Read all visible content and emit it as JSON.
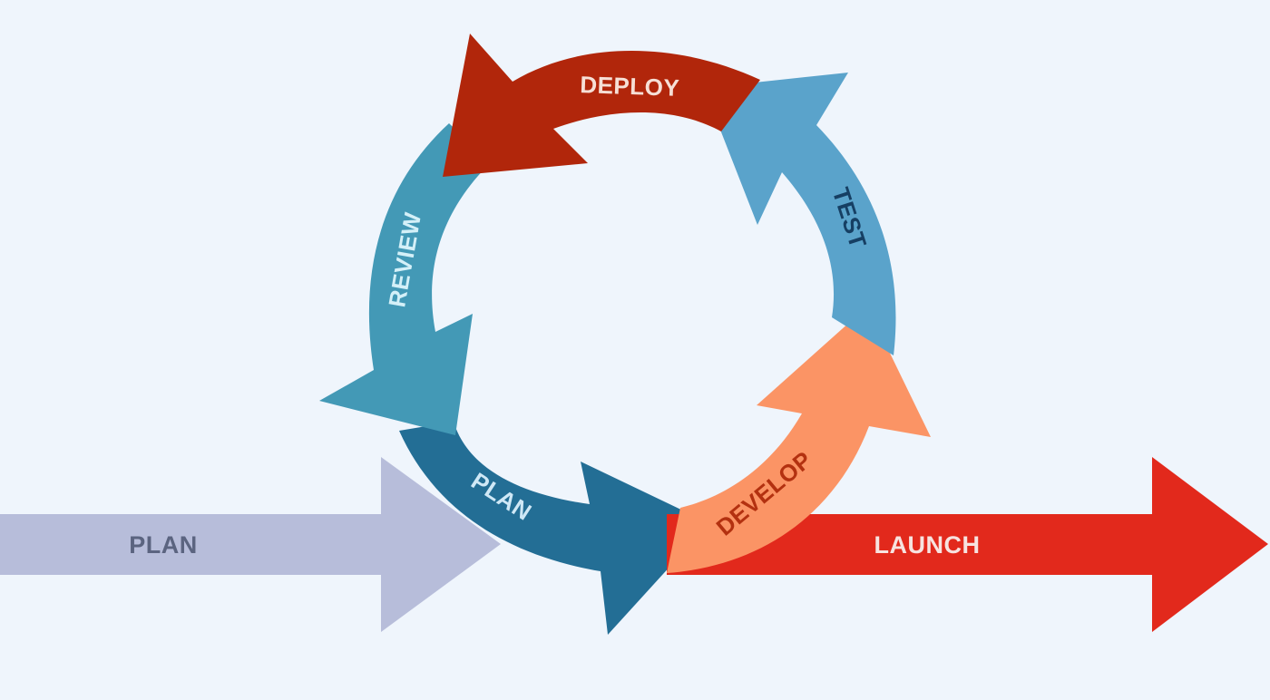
{
  "diagram": {
    "entry_arrow": {
      "label": "PLAN",
      "color": "#b7bdda",
      "text_color": "#5b6480"
    },
    "exit_arrow": {
      "label": "LAUNCH",
      "color": "#e2291c",
      "text_color": "#f7e3e0"
    },
    "cycle": [
      {
        "label": "DEPLOY",
        "color": "#b1260b",
        "text_color": "#f6dfd6"
      },
      {
        "label": "TEST",
        "color": "#5aa3cb",
        "text_color": "#163f63"
      },
      {
        "label": "DEVELOP",
        "color": "#fb9465",
        "text_color": "#b33110"
      },
      {
        "label": "PLAN",
        "color": "#236e95",
        "text_color": "#cfe8f6"
      },
      {
        "label": "REVIEW",
        "color": "#4399b6",
        "text_color": "#d4f0f8"
      }
    ]
  }
}
